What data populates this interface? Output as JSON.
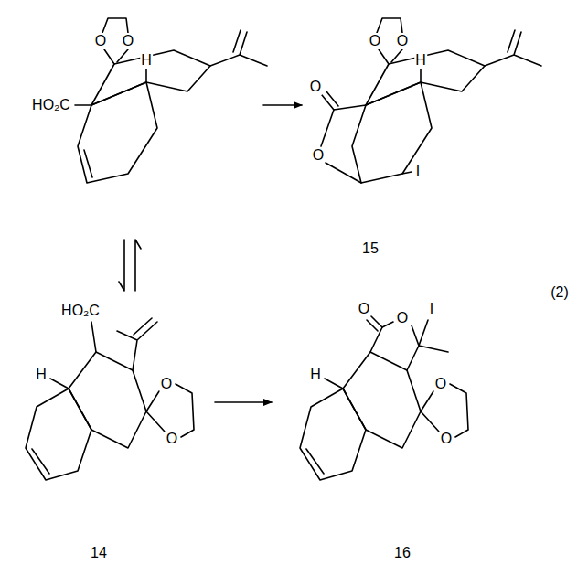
{
  "diagram": {
    "labels": [
      "O",
      "O",
      "H",
      "HO₂C",
      "O",
      "O",
      "H",
      "O",
      "O",
      "I",
      "15",
      "(2)",
      "HO₂C",
      "O",
      "H",
      "O",
      "14",
      "O",
      "O",
      "I",
      "O",
      "H",
      "O",
      "16"
    ]
  }
}
